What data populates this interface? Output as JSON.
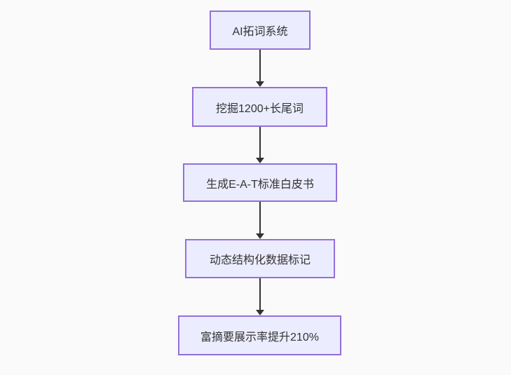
{
  "flowchart": {
    "type": "flowchart",
    "direction": "top-down",
    "colors": {
      "background": "#fafafa",
      "node_fill": "#ECECFF",
      "node_border": "#9370DB",
      "arrow": "#333333",
      "text": "#333333"
    },
    "nodes": [
      {
        "id": "step-1",
        "label": "AI拓词系统"
      },
      {
        "id": "step-2",
        "label": "挖掘1200+长尾词"
      },
      {
        "id": "step-3",
        "label": "生成E-A-T标准白皮书"
      },
      {
        "id": "step-4",
        "label": "动态结构化数据标记"
      },
      {
        "id": "step-5",
        "label": "富摘要展示率提升210%"
      }
    ],
    "edges": [
      {
        "from": "AI拓词系统",
        "to": "挖掘1200+长尾词"
      },
      {
        "from": "挖掘1200+长尾词",
        "to": "生成E-A-T标准白皮书"
      },
      {
        "from": "生成E-A-T标准白皮书",
        "to": "动态结构化数据标记"
      },
      {
        "from": "动态结构化数据标记",
        "to": "富摘要展示率提升210%"
      }
    ]
  }
}
